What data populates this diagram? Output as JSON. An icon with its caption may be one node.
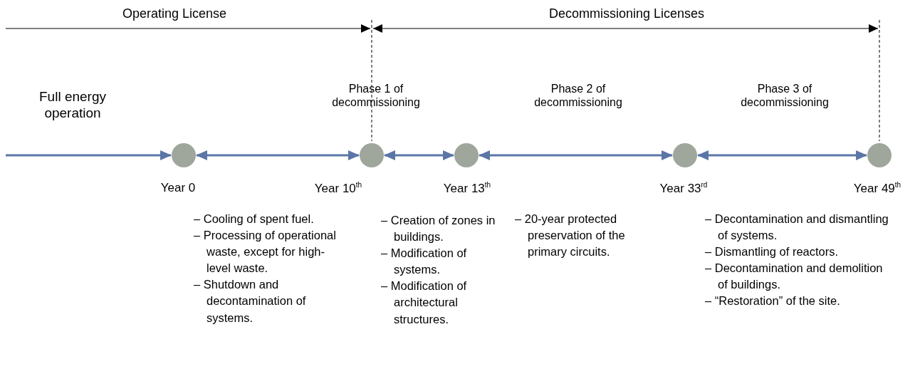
{
  "diagram": {
    "nodes": [
      {
        "text": [],
        "shape": "circle",
        "beside": [
          "Year 0"
        ]
      },
      {
        "text": [],
        "shape": "circle",
        "beside": [
          "Year 10$^{th}$"
        ]
      },
      {
        "text": [],
        "shape": "circle",
        "beside": [
          "Year 13$^{th}$"
        ]
      },
      {
        "text": [],
        "shape": "circle",
        "beside": [
          "Year 33$^{rd}$"
        ]
      },
      {
        "text": [],
        "shape": "circle",
        "beside": [
          "Year 49$^{th}$"
        ]
      }
    ],
    "edges": [
      {
        "from": null,
        "to": 0,
        "arrow": "to"
      },
      {
        "from": 0,
        "to": 1,
        "arrow": "both"
      },
      {
        "from": 1,
        "to": 2,
        "arrow": "both"
      },
      {
        "from": 2,
        "to": 3,
        "arrow": "both"
      },
      {
        "from": 3,
        "to": 4,
        "arrow": "both"
      }
    ],
    "labels": [
      "Operating License",
      "Decommissioning Licenses",
      "Full energy operation",
      "Phase 1 of decommissioning",
      "Phase 2 of decommissioning",
      "Phase 3 of decommissioning",
      "– Cooling of spent fuel.",
      "– Processing of operational waste, except for high-level waste.",
      "– Shutdown and decontamination of systems.",
      "– Creation of zones in buildings.",
      "– Modification of systems.",
      "– Modification of architectural structures.",
      "– 20-year protected preservation of the primary circuits.",
      "– Decontamination and dismantling of systems.",
      "– Dismantling of reactors.",
      "– Decontamination and demolition of buildings.",
      "– “Restoration” of the site."
    ]
  }
}
